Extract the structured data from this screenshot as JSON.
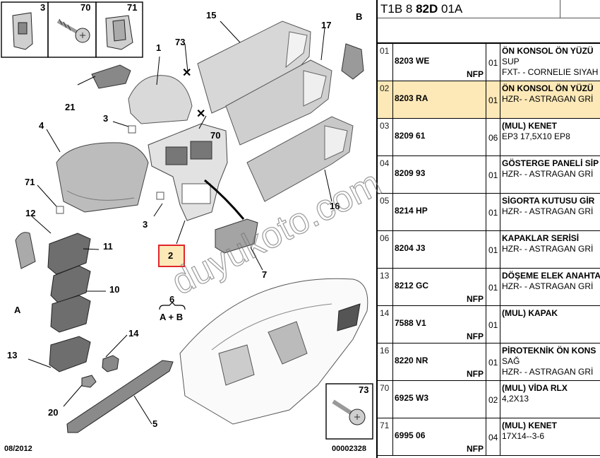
{
  "header": {
    "prefix": "T1B 8",
    "bold": "82D",
    "suffix": "01A"
  },
  "watermark": "duyukoto.com",
  "diagram": {
    "callouts": [
      "1",
      "2",
      "3",
      "3",
      "3",
      "4",
      "5",
      "6",
      "7",
      "10",
      "11",
      "12",
      "13",
      "14",
      "15",
      "16",
      "17",
      "20",
      "21",
      "70",
      "71",
      "71",
      "73",
      "73",
      "B",
      "A"
    ],
    "group_label": "A + B",
    "date": "08/2012",
    "diagram_number": "00002328",
    "accent_color": "#e0262a",
    "highlight_color": "#fde9b8"
  },
  "rows": [
    {
      "pos": "01",
      "code": "8203 WE",
      "nfp": "NFP",
      "qty": "01",
      "desc": [
        "ÖN KONSOL ÖN YÜZÜ",
        "SUP",
        "FXT- - CORNELIE SIYAH"
      ],
      "selected": false
    },
    {
      "pos": "02",
      "code": "8203 RA",
      "nfp": "",
      "qty": "01",
      "desc": [
        "ÖN KONSOL ÖN YÜZÜ",
        "HZR- - ASTRAGAN GRİ"
      ],
      "selected": true
    },
    {
      "pos": "03",
      "code": "8209 61",
      "nfp": "",
      "qty": "06",
      "desc": [
        "(MUL) KENET",
        "EP3 17,5X10 EP8"
      ],
      "selected": false
    },
    {
      "pos": "04",
      "code": "8209 93",
      "nfp": "",
      "qty": "01",
      "desc": [
        "GÖSTERGE PANELİ SİP",
        "HZR- - ASTRAGAN GRİ"
      ],
      "selected": false
    },
    {
      "pos": "05",
      "code": "8214 HP",
      "nfp": "",
      "qty": "01",
      "desc": [
        "SİGORTA KUTUSU GİR",
        "HZR- - ASTRAGAN GRİ"
      ],
      "selected": false
    },
    {
      "pos": "06",
      "code": "8204 J3",
      "nfp": "",
      "qty": "01",
      "desc": [
        "KAPAKLAR SERİSİ",
        "HZR- - ASTRAGAN GRİ"
      ],
      "selected": false
    },
    {
      "pos": "13",
      "code": "8212 GC",
      "nfp": "NFP",
      "qty": "01",
      "desc": [
        "DÖŞEME ELEK ANAHTA",
        "HZR- - ASTRAGAN GRİ"
      ],
      "selected": false
    },
    {
      "pos": "14",
      "code": "7588 V1",
      "nfp": "NFP",
      "qty": "01",
      "desc": [
        "(MUL) KAPAK"
      ],
      "selected": false
    },
    {
      "pos": "16",
      "code": "8220 NR",
      "nfp": "NFP",
      "qty": "01",
      "desc": [
        "PİROTEKNİK ÖN KONS",
        "SAĞ",
        "HZR- - ASTRAGAN GRİ"
      ],
      "selected": false
    },
    {
      "pos": "70",
      "code": "6925 W3",
      "nfp": "",
      "qty": "02",
      "desc": [
        "(MUL) VİDA RLX",
        "4,2X13"
      ],
      "selected": false
    },
    {
      "pos": "71",
      "code": "6995 06",
      "nfp": "NFP",
      "qty": "04",
      "desc": [
        "(MUL) KENET",
        "17X14--3-6"
      ],
      "selected": false
    }
  ]
}
